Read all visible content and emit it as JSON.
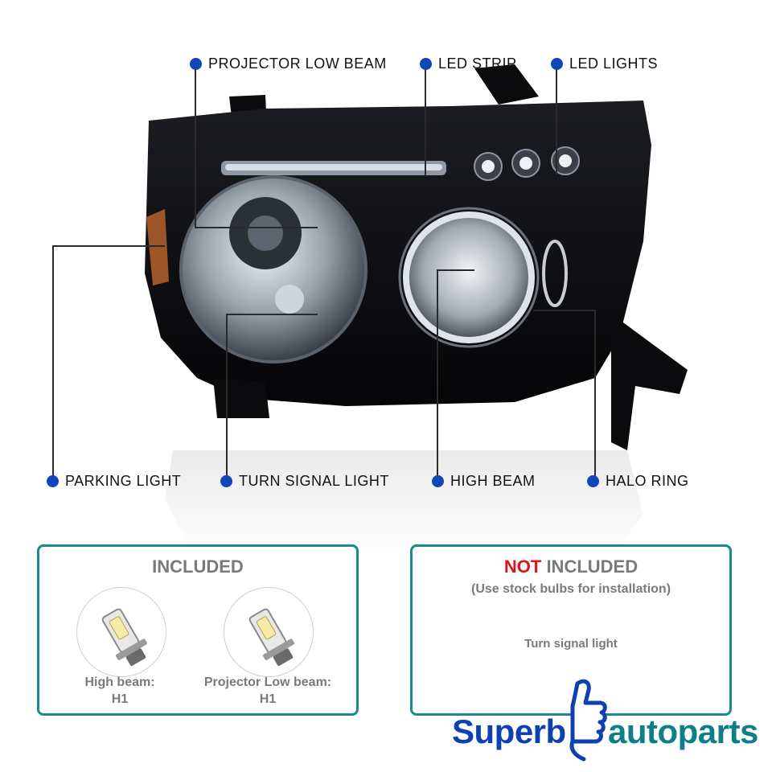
{
  "callouts": {
    "projector_low_beam": "PROJECTOR LOW BEAM",
    "led_strip": "LED STRIP",
    "led_lights": "LED LIGHTS",
    "parking_light": "PARKING LIGHT",
    "turn_signal_light": "TURN SIGNAL LIGHT",
    "high_beam": "HIGH BEAM",
    "halo_ring": "HALO RING"
  },
  "included": {
    "title": "INCLUDED",
    "items": [
      {
        "label_line1": "High beam:",
        "label_line2": "H1",
        "icon": "h1-bulb-icon"
      },
      {
        "label_line1": "Projector Low beam:",
        "label_line2": "H1",
        "icon": "h1-bulb-icon"
      }
    ]
  },
  "not_included": {
    "title_red": "NOT",
    "title_rest": " INCLUDED",
    "subtitle": "(Use stock bulbs for installation)",
    "item": "Turn signal light"
  },
  "brand": {
    "left": "Superb",
    "right": "autoparts",
    "icon": "thumbs-up-icon"
  },
  "colors": {
    "callout_dot": "#1046b8",
    "box_border": "#1b8a8f",
    "not_red": "#e0141a",
    "brand_blue": "#1040b0",
    "brand_teal": "#0e7f86"
  }
}
